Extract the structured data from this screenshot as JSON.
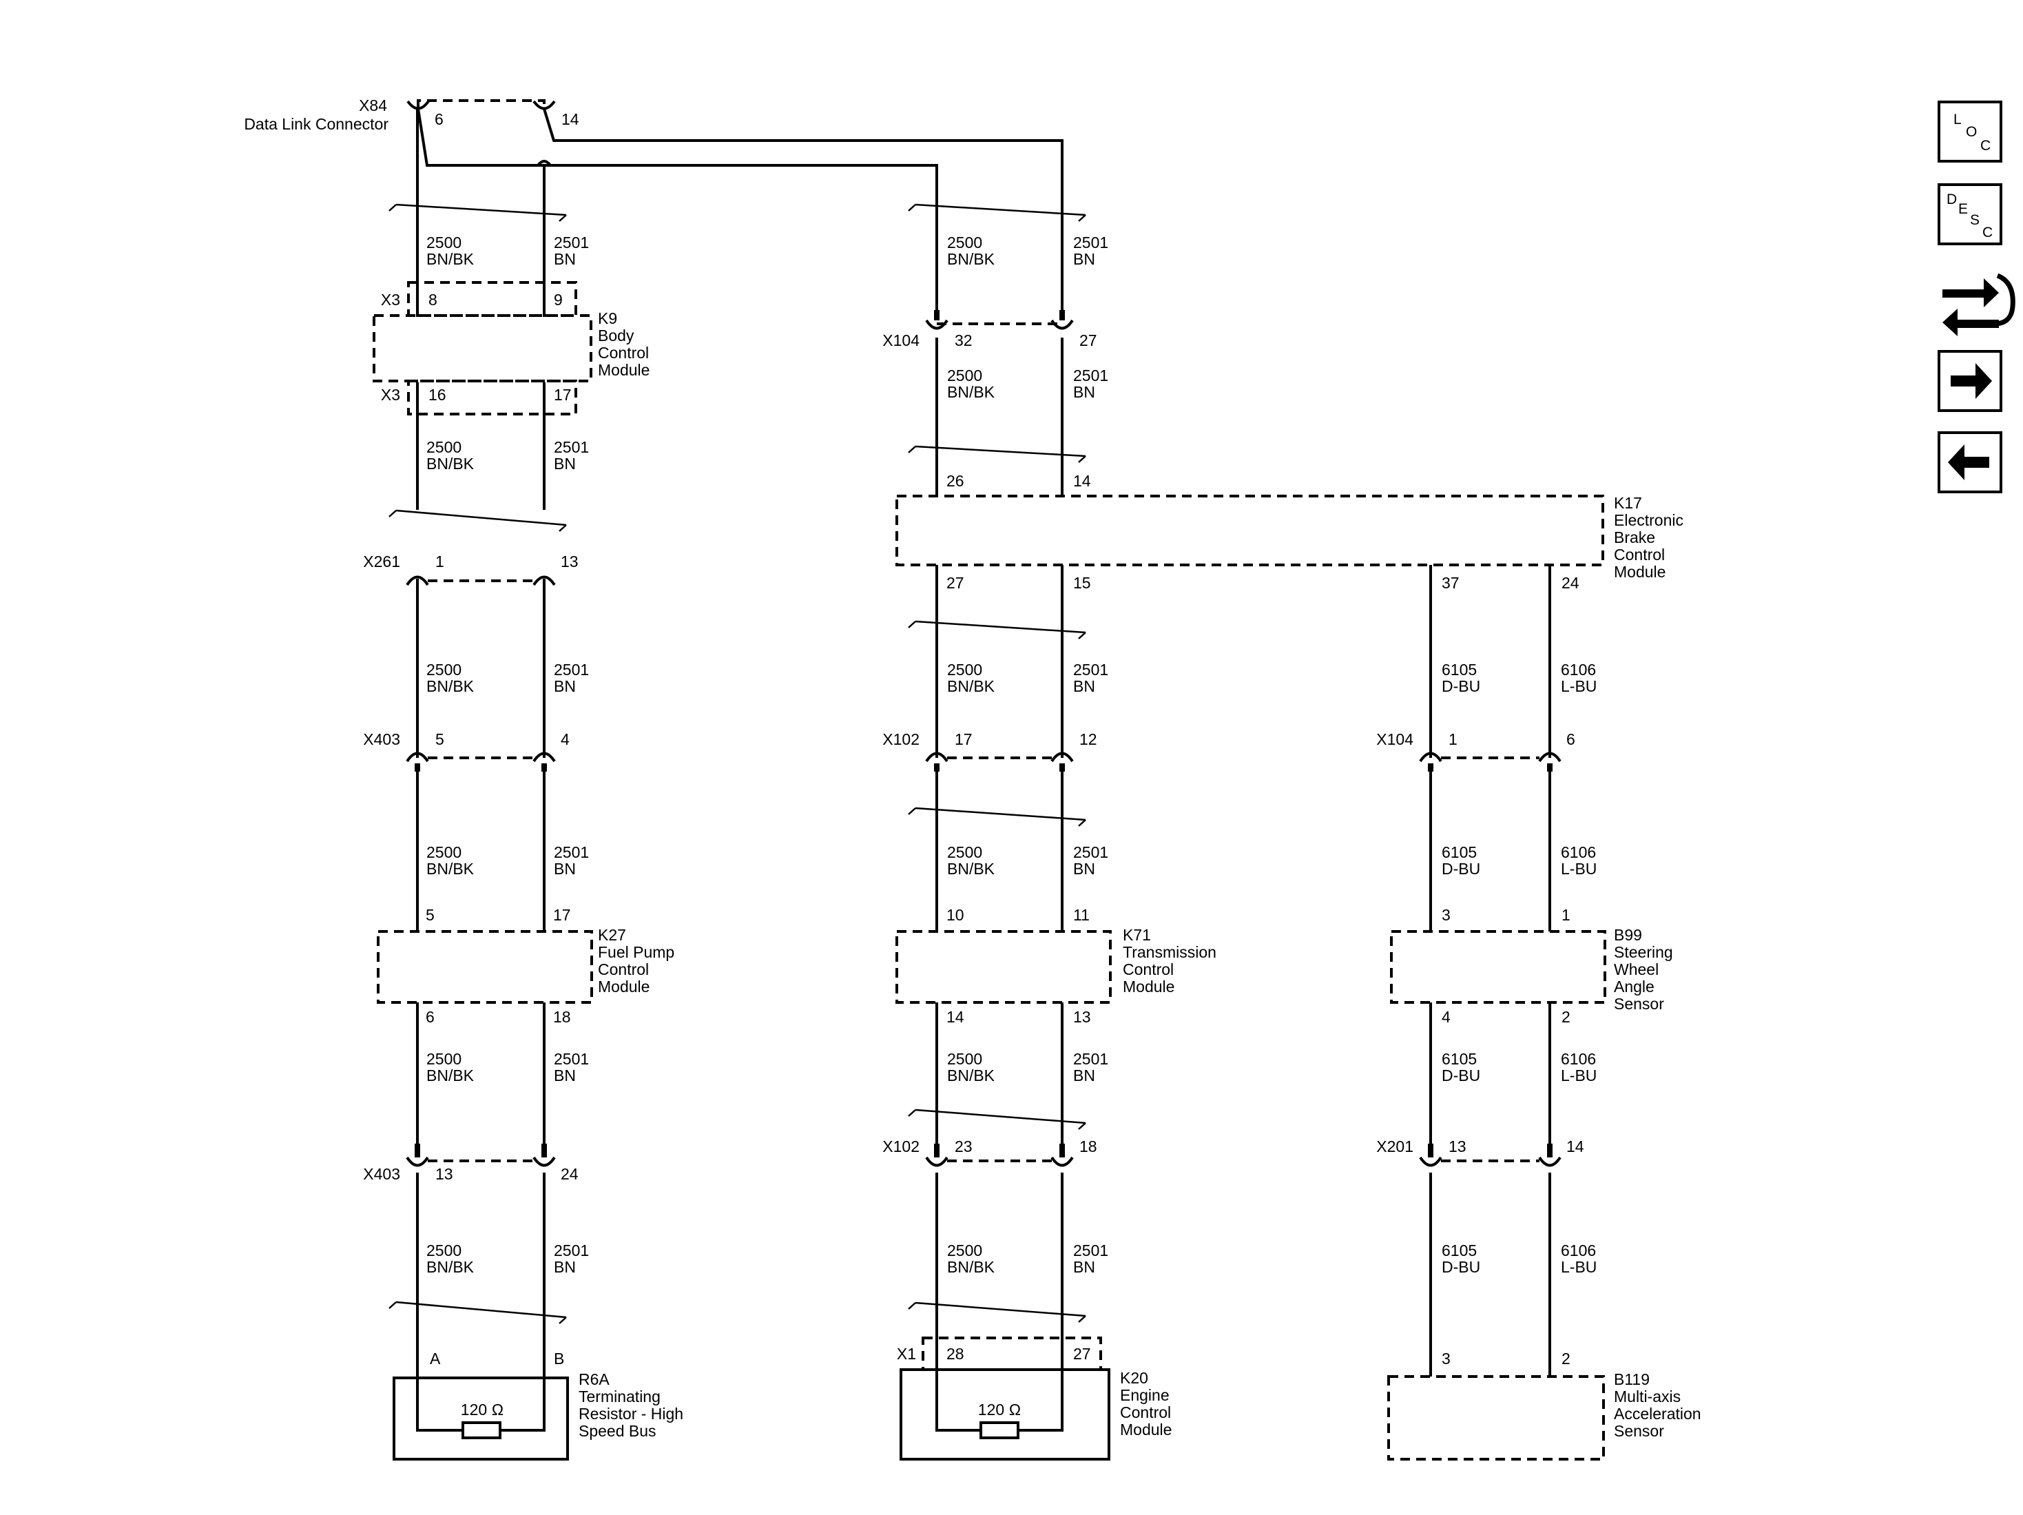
{
  "x84": {
    "name": "X84",
    "desc": "Data Link Connector",
    "pin_l": "6",
    "pin_r": "14"
  },
  "wire_l": {
    "circuit": "2500",
    "color": "BN/BK"
  },
  "wire_r": {
    "circuit": "2501",
    "color": "BN"
  },
  "wire_l3": {
    "circuit": "6105",
    "color": "D-BU"
  },
  "wire_r3": {
    "circuit": "6106",
    "color": "L-BU"
  },
  "x3a": {
    "name": "X3",
    "pin_l": "8",
    "pin_r": "9"
  },
  "x3b": {
    "name": "X3",
    "pin_l": "16",
    "pin_r": "17"
  },
  "k9": {
    "lines": [
      "K9",
      "Body",
      "Control",
      "Module"
    ]
  },
  "x261": {
    "name": "X261",
    "pin_l": "1",
    "pin_r": "13"
  },
  "x403a": {
    "name": "X403",
    "pin_l": "5",
    "pin_r": "4"
  },
  "k27": {
    "lines": [
      "K27",
      "Fuel Pump",
      "Control",
      "Module"
    ],
    "pin_tl": "5",
    "pin_tr": "17",
    "pin_bl": "6",
    "pin_br": "18"
  },
  "x403b": {
    "name": "X403",
    "pin_l": "13",
    "pin_r": "24"
  },
  "r6a": {
    "lines": [
      "R6A",
      "Terminating",
      "Resistor - High",
      "Speed Bus"
    ],
    "pin_l": "A",
    "pin_r": "B",
    "value": "120 Ω"
  },
  "x104a": {
    "name": "X104",
    "pin_l": "32",
    "pin_r": "27"
  },
  "k17": {
    "lines": [
      "K17",
      "Electronic",
      "Brake",
      "Control",
      "Module"
    ],
    "pin_tl": "26",
    "pin_tr": "14",
    "pin_bl": "27",
    "pin_br": "15",
    "pin_b3": "37",
    "pin_b4": "24"
  },
  "x102a": {
    "name": "X102",
    "pin_l": "17",
    "pin_r": "12"
  },
  "k71": {
    "lines": [
      "K71",
      "Transmission",
      "Control",
      "Module"
    ],
    "pin_tl": "10",
    "pin_tr": "11",
    "pin_bl": "14",
    "pin_br": "13"
  },
  "x102b": {
    "name": "X102",
    "pin_l": "23",
    "pin_r": "18"
  },
  "x1": {
    "name": "X1",
    "pin_l": "28",
    "pin_r": "27"
  },
  "k20": {
    "lines": [
      "K20",
      "Engine",
      "Control",
      "Module"
    ],
    "value": "120 Ω"
  },
  "x104b": {
    "name": "X104",
    "pin_l": "1",
    "pin_r": "6"
  },
  "b99": {
    "lines": [
      "B99",
      "Steering",
      "Wheel",
      "Angle",
      "Sensor"
    ],
    "pin_tl": "3",
    "pin_tr": "1",
    "pin_bl": "4",
    "pin_br": "2"
  },
  "x201": {
    "name": "X201",
    "pin_l": "13",
    "pin_r": "14"
  },
  "b119": {
    "lines": [
      "B119",
      "Multi-axis",
      "Acceleration",
      "Sensor"
    ],
    "pin_l": "3",
    "pin_r": "2"
  },
  "nav": {
    "loc_icon": "loc-icon",
    "desc_icon": "desc-icon",
    "connector_icon": "connector-icon",
    "next_icon": "arrow-right-icon",
    "prev_icon": "arrow-left-icon",
    "loc_letters": [
      "L",
      "O",
      "C"
    ],
    "desc_letters": [
      "D",
      "E",
      "S",
      "C"
    ]
  }
}
